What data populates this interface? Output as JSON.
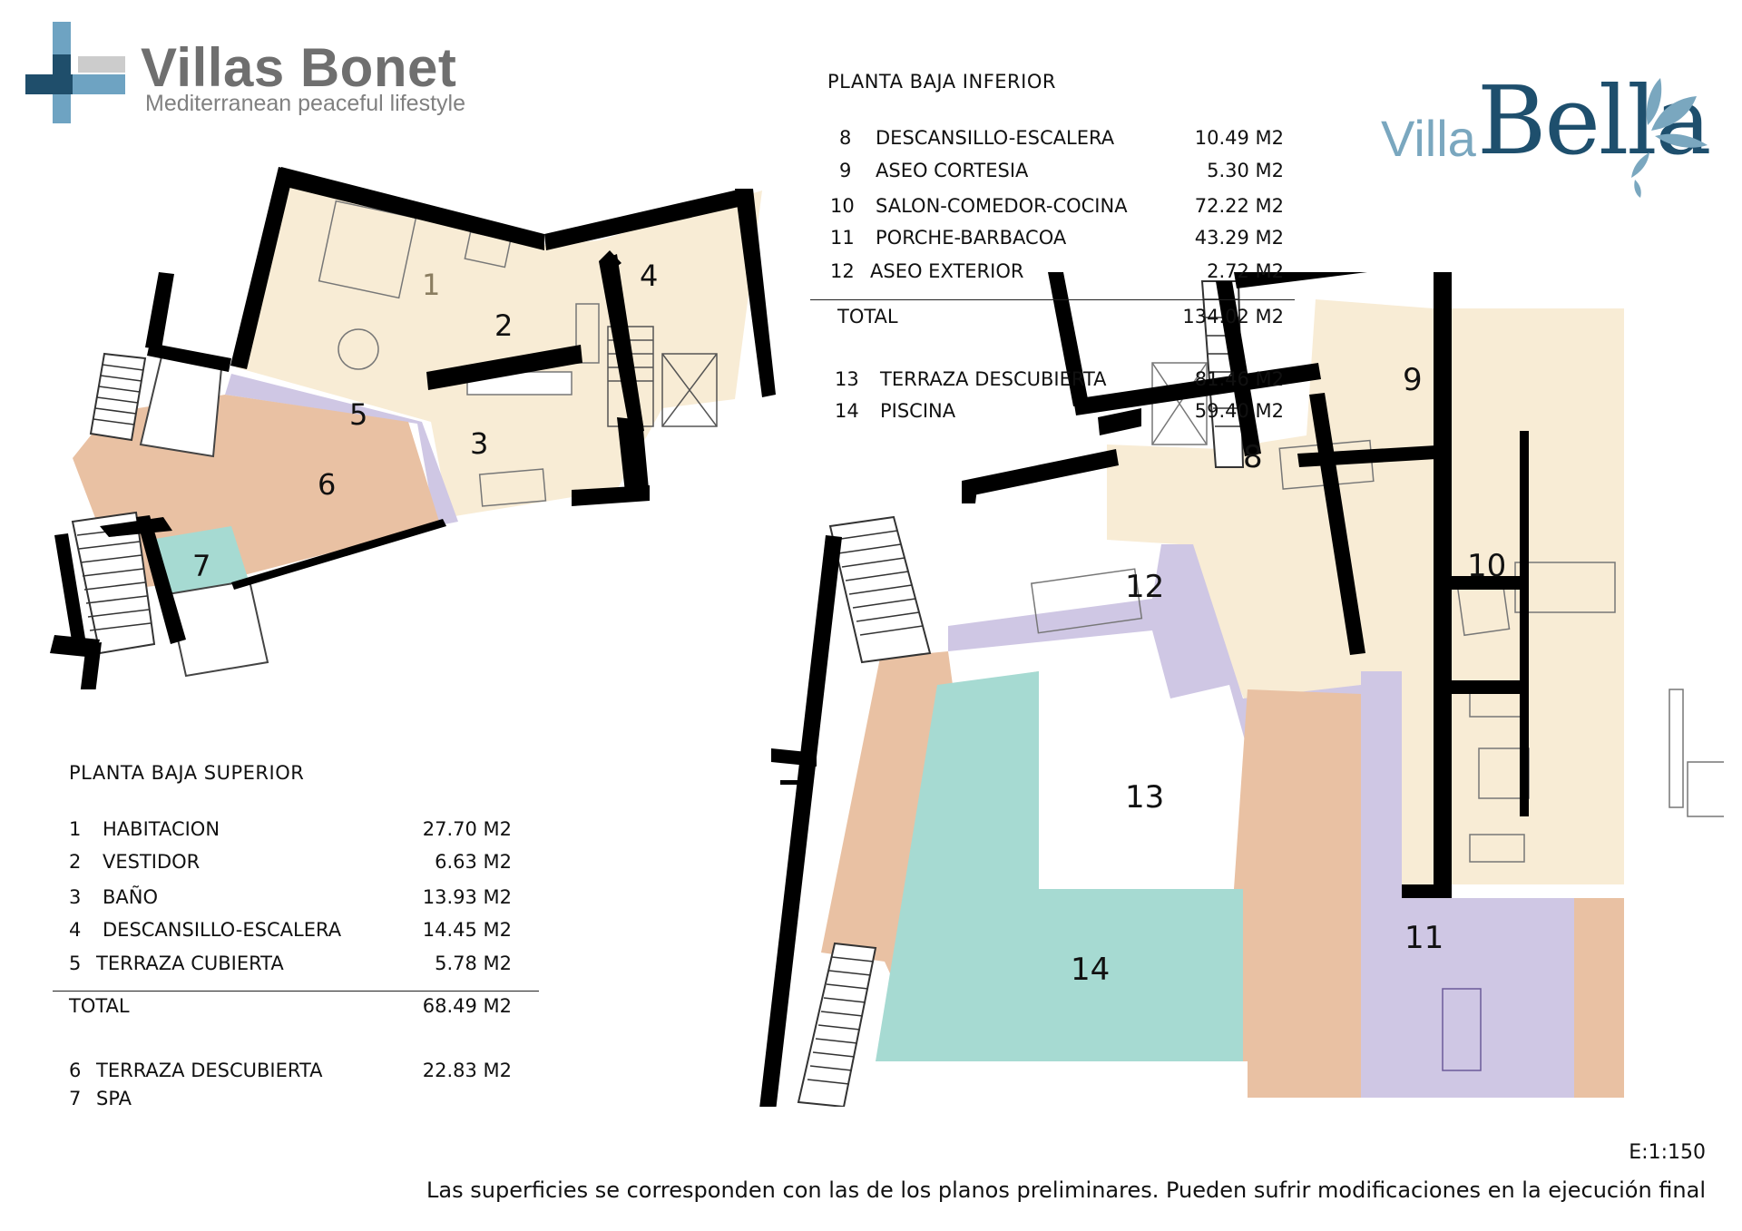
{
  "brand": {
    "name": "Villas Bonet",
    "tagline": "Mediterranean peaceful lifestyle",
    "colors": {
      "dark_blue": "#1f4e6b",
      "light_blue": "#6ea3c2",
      "grey": "#cccccc"
    }
  },
  "villa_logo": {
    "word1": "Villa",
    "word2": "Bella",
    "colors": {
      "villa": "#7aa7bf",
      "bella": "#1e4f6d"
    }
  },
  "upper_floor": {
    "title": "PLANTA BAJA SUPERIOR",
    "rooms": [
      {
        "num": "1",
        "name": "HABITACION",
        "area": "27.70 M2"
      },
      {
        "num": "2",
        "name": "VESTIDOR",
        "area": "6.63 M2"
      },
      {
        "num": "3",
        "name": "BAÑO",
        "area": "13.93 M2"
      },
      {
        "num": "4",
        "name": "DESCANSILLO-ESCALERA",
        "area": "14.45 M2"
      },
      {
        "num": "5",
        "name": "TERRAZA   CUBIERTA",
        "area": "5.78 M2"
      }
    ],
    "total_label": "TOTAL",
    "total_value": "68.49 M2",
    "extras": [
      {
        "num": "6",
        "name": "TERRAZA   DESCUBIERTA",
        "area": "22.83 M2"
      },
      {
        "num": "7",
        "name": "SPA",
        "area": ""
      }
    ]
  },
  "lower_floor": {
    "title": "PLANTA BAJA INFERIOR",
    "rooms": [
      {
        "num": "8",
        "name": "DESCANSILLO-ESCALERA",
        "area": "10.49 M2"
      },
      {
        "num": "9",
        "name": "ASEO CORTESIA",
        "area": "5.30 M2"
      },
      {
        "num": "10",
        "name": "SALON-COMEDOR-COCINA",
        "area": "72.22 M2"
      },
      {
        "num": "11",
        "name": "PORCHE-BARBACOA",
        "area": "43.29 M2"
      },
      {
        "num": "12",
        "name": "ASEO EXTERIOR",
        "area": "2.72 M2"
      }
    ],
    "total_label": "TOTAL",
    "total_value": "134.02 M2",
    "extras": [
      {
        "num": "13",
        "name": "TERRAZA   DESCUBIERTA",
        "area": "81.46 M2"
      },
      {
        "num": "14",
        "name": "PISCINA",
        "area": "59.40 M2"
      }
    ]
  },
  "plan_labels": {
    "upper": [
      "1",
      "2",
      "3",
      "4",
      "5",
      "6",
      "7"
    ],
    "lower": [
      "8",
      "9",
      "10",
      "11",
      "12",
      "13",
      "14"
    ]
  },
  "zone_colors": {
    "interior": "#f8ecd5",
    "covered_terrace": "#cfc7e4",
    "open_terrace": "#e9c1a3",
    "pool_spa": "#a6dad2",
    "wall": "#000000"
  },
  "scale": "E:1:150",
  "footnote": "Las superficies se corresponden con las de los planos preliminares. Pueden sufrir modificaciones en la ejecución final"
}
